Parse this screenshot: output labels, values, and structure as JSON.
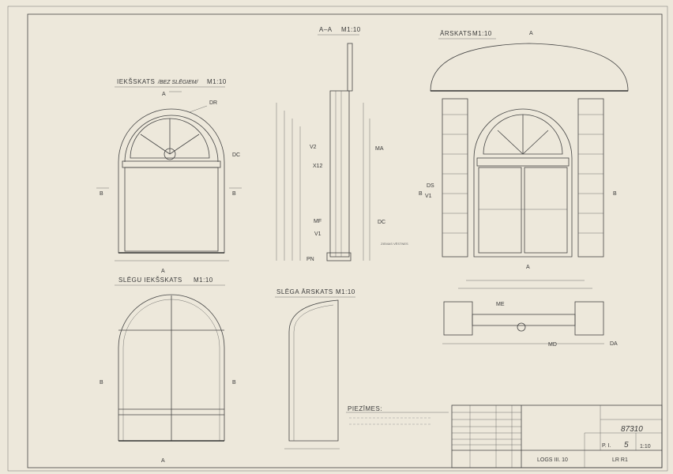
{
  "views": {
    "interior": {
      "title": "IEKŠSKATS",
      "subtitle": "/BEZ SLĒGIEM/",
      "scale": "M1:10"
    },
    "shutter_interior": {
      "title": "SLĒGU IEKŠSKATS",
      "scale": "M1:10"
    },
    "section": {
      "title": "A–A",
      "scale": "M1:10"
    },
    "shutter_exterior": {
      "title": "SLĒGA ĀRSKATS",
      "scale": "M1:10"
    },
    "exterior": {
      "title": "ĀRSKATS",
      "scale": "M1:10"
    }
  },
  "markers": {
    "a": "A",
    "b": "B"
  },
  "callouts": {
    "dr": "DR",
    "dc": "DC",
    "v2": "V2",
    "ma": "MA",
    "x12": "X12",
    "mf": "MF",
    "v1": "V1",
    "dc2": "DC",
    "pn": "PN",
    "note_section": "ZIEMAS VĒSTNES",
    "ds": "DS",
    "v1b": "V1",
    "me": "ME",
    "md": "MD",
    "da": "DA"
  },
  "notes": {
    "title": "PIEZĪMES:"
  },
  "title_block": {
    "drawing_number": "87310",
    "sheet_prefix": "P. I.",
    "sheet_number": "5",
    "scale": "1:10",
    "name": "LOGS III. 10",
    "code": "LR   R1"
  }
}
